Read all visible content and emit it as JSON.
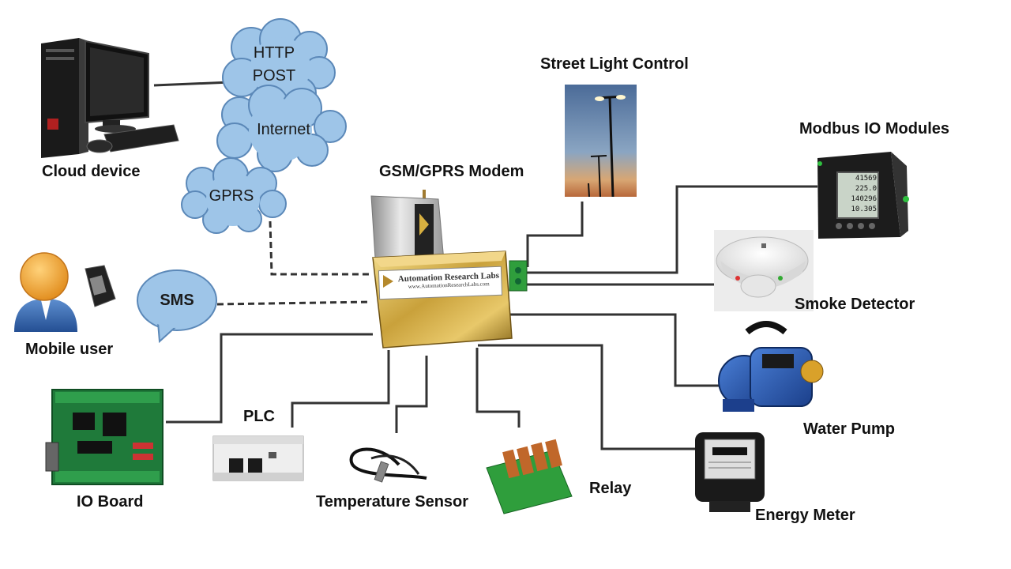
{
  "labels": {
    "cloud_device": "Cloud device",
    "street_light": "Street Light Control",
    "modbus": "Modbus IO Modules",
    "gsm_modem": "GSM/GPRS Modem",
    "smoke_detector": "Smoke Detector",
    "mobile_user": "Mobile user",
    "water_pump": "Water Pump",
    "plc": "PLC",
    "io_board": "IO Board",
    "temperature_sensor": "Temperature Sensor",
    "relay": "Relay",
    "energy_meter": "Energy Meter"
  },
  "clouds": {
    "http_line1": "HTTP",
    "http_line2": "POST",
    "internet": "Internet",
    "gprs": "GPRS",
    "sms": "SMS"
  },
  "modem": {
    "brand": "Automation Research Labs",
    "url": "www.AutomationResearchLabs.com"
  },
  "meter_display": {
    "line1": "41569",
    "line2": "225.0",
    "line3": "140296",
    "line4": "10.305"
  },
  "colors": {
    "cloud_fill": "#9ec5e8",
    "cloud_stroke": "#5b88b8",
    "connector": "#333333",
    "modem_gold": "#c9a13b"
  }
}
